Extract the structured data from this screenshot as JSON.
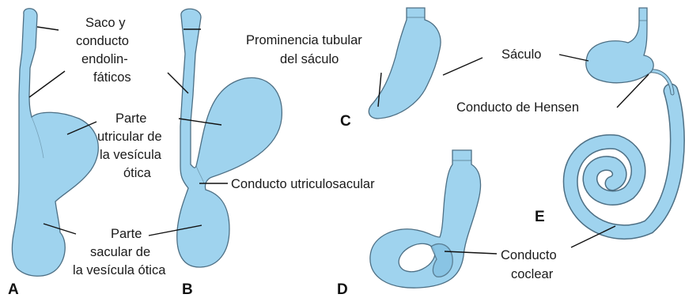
{
  "labels": {
    "saco_line1": "Saco y",
    "saco_line2": "conducto",
    "saco_line3": "endolin-",
    "saco_line4": "fáticos",
    "utric_line1": "Parte",
    "utric_line2": "utricular de",
    "utric_line3": "la vesícula",
    "utric_line4": "ótica",
    "sacular_line1": "Parte",
    "sacular_line2": "sacular de",
    "sacular_line3": "la vesícula ótica",
    "utriculosacular": "Conducto utriculosacular",
    "prominencia_line1": "Prominencia tubular",
    "prominencia_line2": "del sáculo",
    "saculo": "Sáculo",
    "hensen": "Conducto de Hensen",
    "coclear_line1": "Conducto",
    "coclear_line2": "coclear"
  },
  "panels": {
    "a": "A",
    "b": "B",
    "c": "C",
    "d": "D",
    "e": "E"
  },
  "colors": {
    "organ_fill": "#9fd3ee",
    "organ_outline": "#4d6f84",
    "text": "#1a1a1a"
  }
}
